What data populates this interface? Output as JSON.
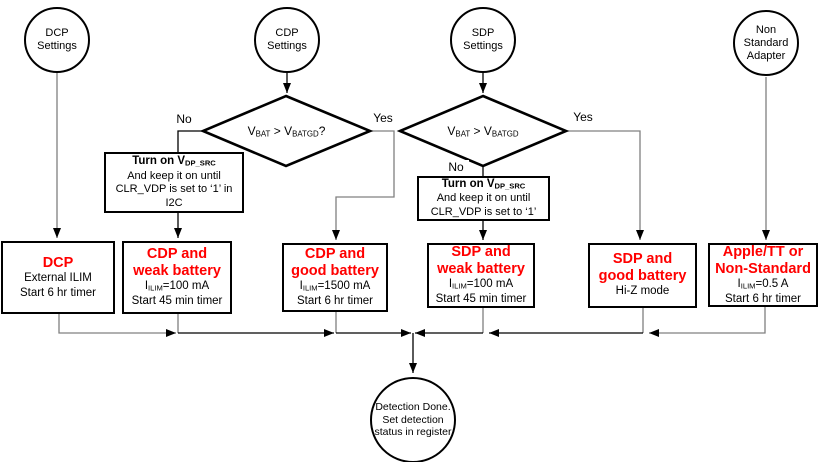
{
  "colors": {
    "accent_red": "#ff0000",
    "line_gray": "#808080",
    "line_black": "#000000"
  },
  "start_circles": [
    {
      "id": "dcp-settings",
      "l1": "DCP",
      "l2": "Settings",
      "l3": ""
    },
    {
      "id": "cdp-settings",
      "l1": "CDP",
      "l2": "Settings",
      "l3": ""
    },
    {
      "id": "sdp-settings",
      "l1": "SDP",
      "l2": "Settings",
      "l3": ""
    },
    {
      "id": "non-standard-adapter",
      "l1": "Non",
      "l2": "Standard",
      "l3": "Adapter"
    }
  ],
  "decisions": [
    {
      "id": "cdp-vbat-check",
      "var1": "V",
      "var1_sub": "BAT",
      "operator": " > ",
      "var2": "V",
      "var2_sub": "BATGD",
      "tail": "?",
      "yes_label": "Yes",
      "no_label": "No"
    },
    {
      "id": "sdp-vbat-check",
      "var1": "V",
      "var1_sub": "BAT",
      "operator": " > ",
      "var2": "V",
      "var2_sub": "BATGD",
      "tail": "",
      "yes_label": "Yes",
      "no_label": "No"
    }
  ],
  "process_boxes": [
    {
      "id": "turn-on-vdpsrc-cdp",
      "bold_pre": "Turn on V",
      "bold_sub": "DP_SRC",
      "line2": "And keep it on until",
      "line3": "CLR_VDP is set to ‘1’ in I2C"
    },
    {
      "id": "turn-on-vdpsrc-sdp",
      "bold_pre": "Turn on V",
      "bold_sub": "DP_SRC",
      "line2": "And keep it on until",
      "line3": "CLR_VDP is set to ‘1’"
    }
  ],
  "result_boxes": [
    {
      "id": "dcp-result",
      "t1": "DCP",
      "t2": "",
      "d1_pre": "External ILIM",
      "d1_sub": "",
      "d1_post": "",
      "d2": "Start 6 hr timer"
    },
    {
      "id": "cdp-weak-battery",
      "t1": "CDP and",
      "t2": "weak battery",
      "d1_pre": "I",
      "d1_sub": "ILIM",
      "d1_post": "=100 mA",
      "d2": "Start 45 min timer"
    },
    {
      "id": "cdp-good-battery",
      "t1": "CDP and",
      "t2": "good battery",
      "d1_pre": "I",
      "d1_sub": "ILIM",
      "d1_post": "=1500 mA",
      "d2": "Start 6 hr timer"
    },
    {
      "id": "sdp-weak-battery",
      "t1": "SDP and",
      "t2": "weak battery",
      "d1_pre": "I",
      "d1_sub": "ILIM",
      "d1_post": "=100 mA",
      "d2": "Start 45 min timer"
    },
    {
      "id": "sdp-good-battery",
      "t1": "SDP and",
      "t2": "good battery",
      "d1_pre": "Hi-Z mode",
      "d1_sub": "",
      "d1_post": "",
      "d2": ""
    },
    {
      "id": "apple-tt-non-standard",
      "t1": "Apple/TT or",
      "t2": "Non-Standard",
      "d1_pre": "I",
      "d1_sub": "ILIM",
      "d1_post": "=0.5 A",
      "d2": "Start 6 hr timer"
    }
  ],
  "end_circle": {
    "l1": "Detection Done.",
    "l2": "Set detection",
    "l3": "status in register"
  }
}
